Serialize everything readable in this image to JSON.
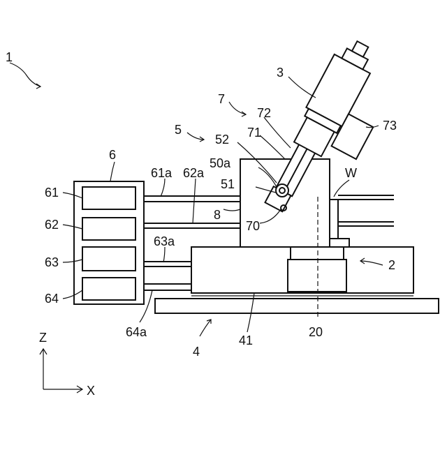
{
  "labels": {
    "device": "1",
    "stage": "2",
    "head_unit": "3",
    "base": "4",
    "frame": "5",
    "controller": "6",
    "arm": "7",
    "post": "8",
    "axis": "20",
    "rail": "41",
    "pivot_50a": "50a",
    "pin_51": "51",
    "pin_52": "52",
    "mod_61": "61",
    "mod_62": "62",
    "mod_63": "63",
    "mod_64": "64",
    "cable_61a": "61a",
    "cable_62a": "62a",
    "cable_63a": "63a",
    "cable_64a": "64a",
    "tool_70": "70",
    "link_71": "71",
    "link_72": "72",
    "motor_73": "73",
    "workpiece": "W",
    "axis_z": "Z",
    "axis_x": "X"
  }
}
